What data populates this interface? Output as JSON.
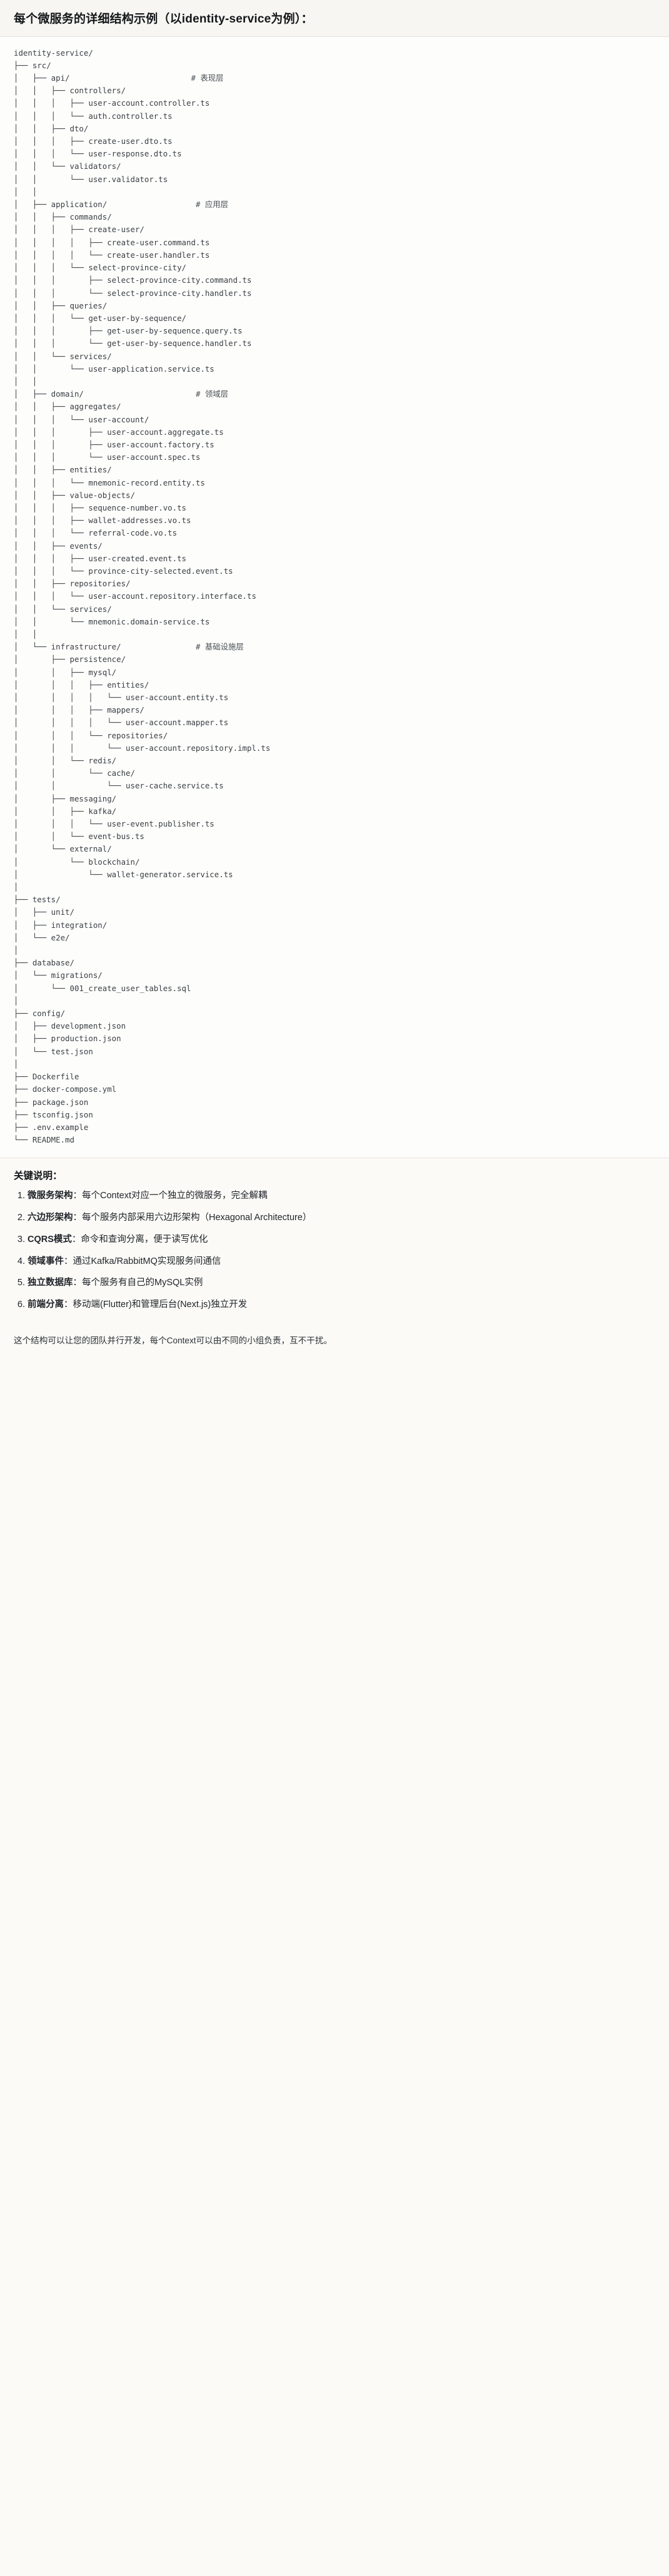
{
  "header": {
    "title": "每个微服务的详细结构示例（以identity-service为例）："
  },
  "tree": {
    "root": "identity-service/",
    "lines": [
      "identity-service/",
      "├── src/",
      "│   ├── api/                          # 表现层",
      "│   │   ├── controllers/",
      "│   │   │   ├── user-account.controller.ts",
      "│   │   │   └── auth.controller.ts",
      "│   │   ├── dto/",
      "│   │   │   ├── create-user.dto.ts",
      "│   │   │   └── user-response.dto.ts",
      "│   │   └── validators/",
      "│   │       └── user.validator.ts",
      "│   │",
      "│   ├── application/                   # 应用层",
      "│   │   ├── commands/",
      "│   │   │   ├── create-user/",
      "│   │   │   │   ├── create-user.command.ts",
      "│   │   │   │   └── create-user.handler.ts",
      "│   │   │   └── select-province-city/",
      "│   │   │       ├── select-province-city.command.ts",
      "│   │   │       └── select-province-city.handler.ts",
      "│   │   ├── queries/",
      "│   │   │   └── get-user-by-sequence/",
      "│   │   │       ├── get-user-by-sequence.query.ts",
      "│   │   │       └── get-user-by-sequence.handler.ts",
      "│   │   └── services/",
      "│   │       └── user-application.service.ts",
      "│   │",
      "│   ├── domain/                        # 领域层",
      "│   │   ├── aggregates/",
      "│   │   │   └── user-account/",
      "│   │   │       ├── user-account.aggregate.ts",
      "│   │   │       ├── user-account.factory.ts",
      "│   │   │       └── user-account.spec.ts",
      "│   │   ├── entities/",
      "│   │   │   └── mnemonic-record.entity.ts",
      "│   │   ├── value-objects/",
      "│   │   │   ├── sequence-number.vo.ts",
      "│   │   │   ├── wallet-addresses.vo.ts",
      "│   │   │   └── referral-code.vo.ts",
      "│   │   ├── events/",
      "│   │   │   ├── user-created.event.ts",
      "│   │   │   └── province-city-selected.event.ts",
      "│   │   ├── repositories/",
      "│   │   │   └── user-account.repository.interface.ts",
      "│   │   └── services/",
      "│   │       └── mnemonic.domain-service.ts",
      "│   │",
      "│   └── infrastructure/                # 基础设施层",
      "│       ├── persistence/",
      "│       │   ├── mysql/",
      "│       │   │   ├── entities/",
      "│       │   │   │   └── user-account.entity.ts",
      "│       │   │   ├── mappers/",
      "│       │   │   │   └── user-account.mapper.ts",
      "│       │   │   └── repositories/",
      "│       │   │       └── user-account.repository.impl.ts",
      "│       │   └── redis/",
      "│       │       └── cache/",
      "│       │           └── user-cache.service.ts",
      "│       ├── messaging/",
      "│       │   ├── kafka/",
      "│       │   │   └── user-event.publisher.ts",
      "│       │   └── event-bus.ts",
      "│       └── external/",
      "│           └── blockchain/",
      "│               └── wallet-generator.service.ts",
      "│",
      "├── tests/",
      "│   ├── unit/",
      "│   ├── integration/",
      "│   └── e2e/",
      "│",
      "├── database/",
      "│   └── migrations/",
      "│       └── 001_create_user_tables.sql",
      "│",
      "├── config/",
      "│   ├── development.json",
      "│   ├── production.json",
      "│   └── test.json",
      "│",
      "├── Dockerfile",
      "├── docker-compose.yml",
      "├── package.json",
      "├── tsconfig.json",
      "├── .env.example",
      "└── README.md"
    ]
  },
  "notes": {
    "heading": "关键说明：",
    "items": [
      {
        "term": "微服务架构",
        "desc": "：每个Context对应一个独立的微服务，完全解耦"
      },
      {
        "term": "六边形架构",
        "desc": "：每个服务内部采用六边形架构（Hexagonal Architecture）"
      },
      {
        "term": "CQRS模式",
        "desc": "：命令和查询分离，便于读写优化"
      },
      {
        "term": "领域事件",
        "desc": "：通过Kafka/RabbitMQ实现服务间通信"
      },
      {
        "term": "独立数据库",
        "desc": "：每个服务有自己的MySQL实例"
      },
      {
        "term": "前端分离",
        "desc": "：移动端(Flutter)和管理后台(Next.js)独立开发"
      }
    ],
    "closing": "这个结构可以让您的团队并行开发，每个Context可以由不同的小组负责，互不干扰。"
  }
}
